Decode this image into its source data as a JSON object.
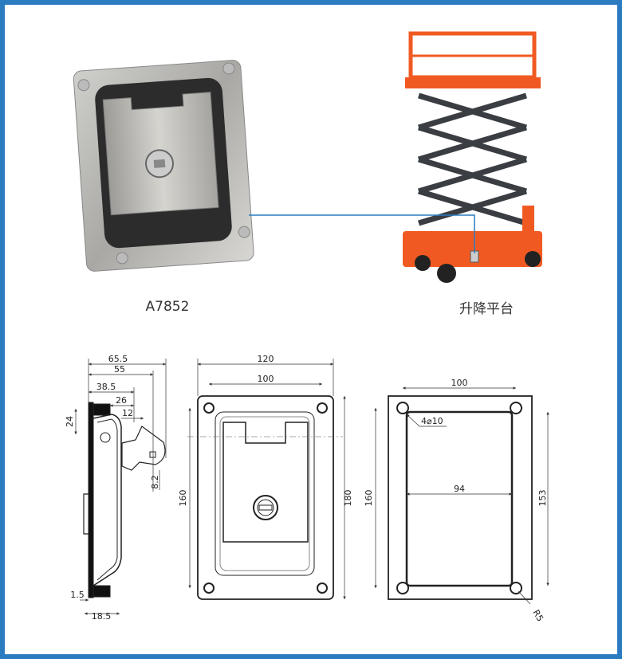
{
  "products": {
    "latch": {
      "label": "A7852"
    },
    "application": {
      "label": "升降平台"
    }
  },
  "colors": {
    "frame": "#2b7bc1",
    "connector": "#2b7bc1",
    "lift_orange": "#f05a22",
    "lift_arm": "#3a3d42"
  },
  "side_view": {
    "dims": [
      "65.5",
      "55",
      "38.5",
      "26",
      "12",
      "24",
      "8.2",
      "1.5",
      "18.5"
    ]
  },
  "front_view": {
    "dims": {
      "width_outer": "120",
      "hole_spacing_x": "100",
      "hole_spacing_y": "160",
      "height_outer": "180"
    }
  },
  "cutout_view": {
    "dims": {
      "hole_spacing_x": "100",
      "holes": "4⌀10",
      "hole_spacing_y": "160",
      "cutout_width": "94",
      "cutout_height": "153",
      "corner_radius": "R5"
    }
  }
}
